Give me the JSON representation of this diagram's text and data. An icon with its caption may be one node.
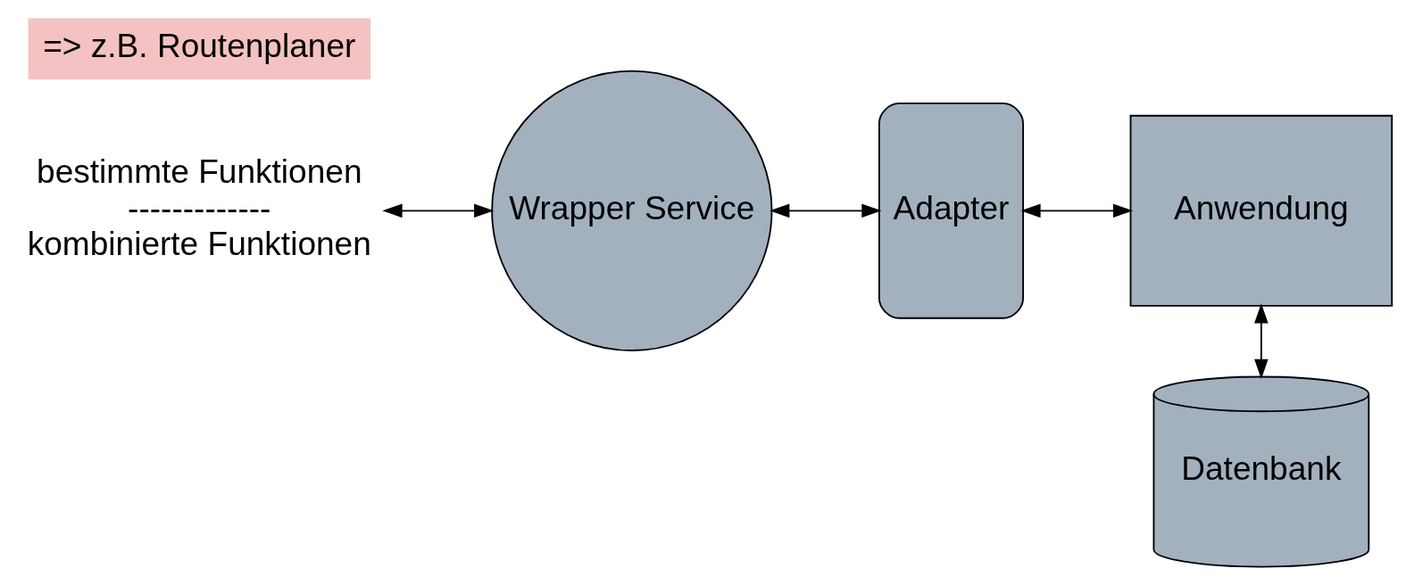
{
  "diagram": {
    "nodes": [
      {
        "text": [
          "bestimmte Funktionen",
          "-------------",
          "kombinierte Funktionen"
        ]
      },
      {
        "text": [
          "Wrapper Service"
        ]
      },
      {
        "text": [
          "Adapter"
        ]
      },
      {
        "text": [
          "Anwendung"
        ]
      },
      {
        "text": [
          "Datenbank"
        ]
      },
      {
        "text": [
          "=> z.B. Routenplaner"
        ]
      }
    ],
    "edges": [
      {
        "from": 0,
        "to": 1,
        "arrow": "both"
      },
      {
        "from": 1,
        "to": 2,
        "arrow": "both"
      },
      {
        "from": 2,
        "to": 3,
        "arrow": "both"
      },
      {
        "from": 3,
        "to": 4,
        "arrow": "both"
      }
    ]
  }
}
